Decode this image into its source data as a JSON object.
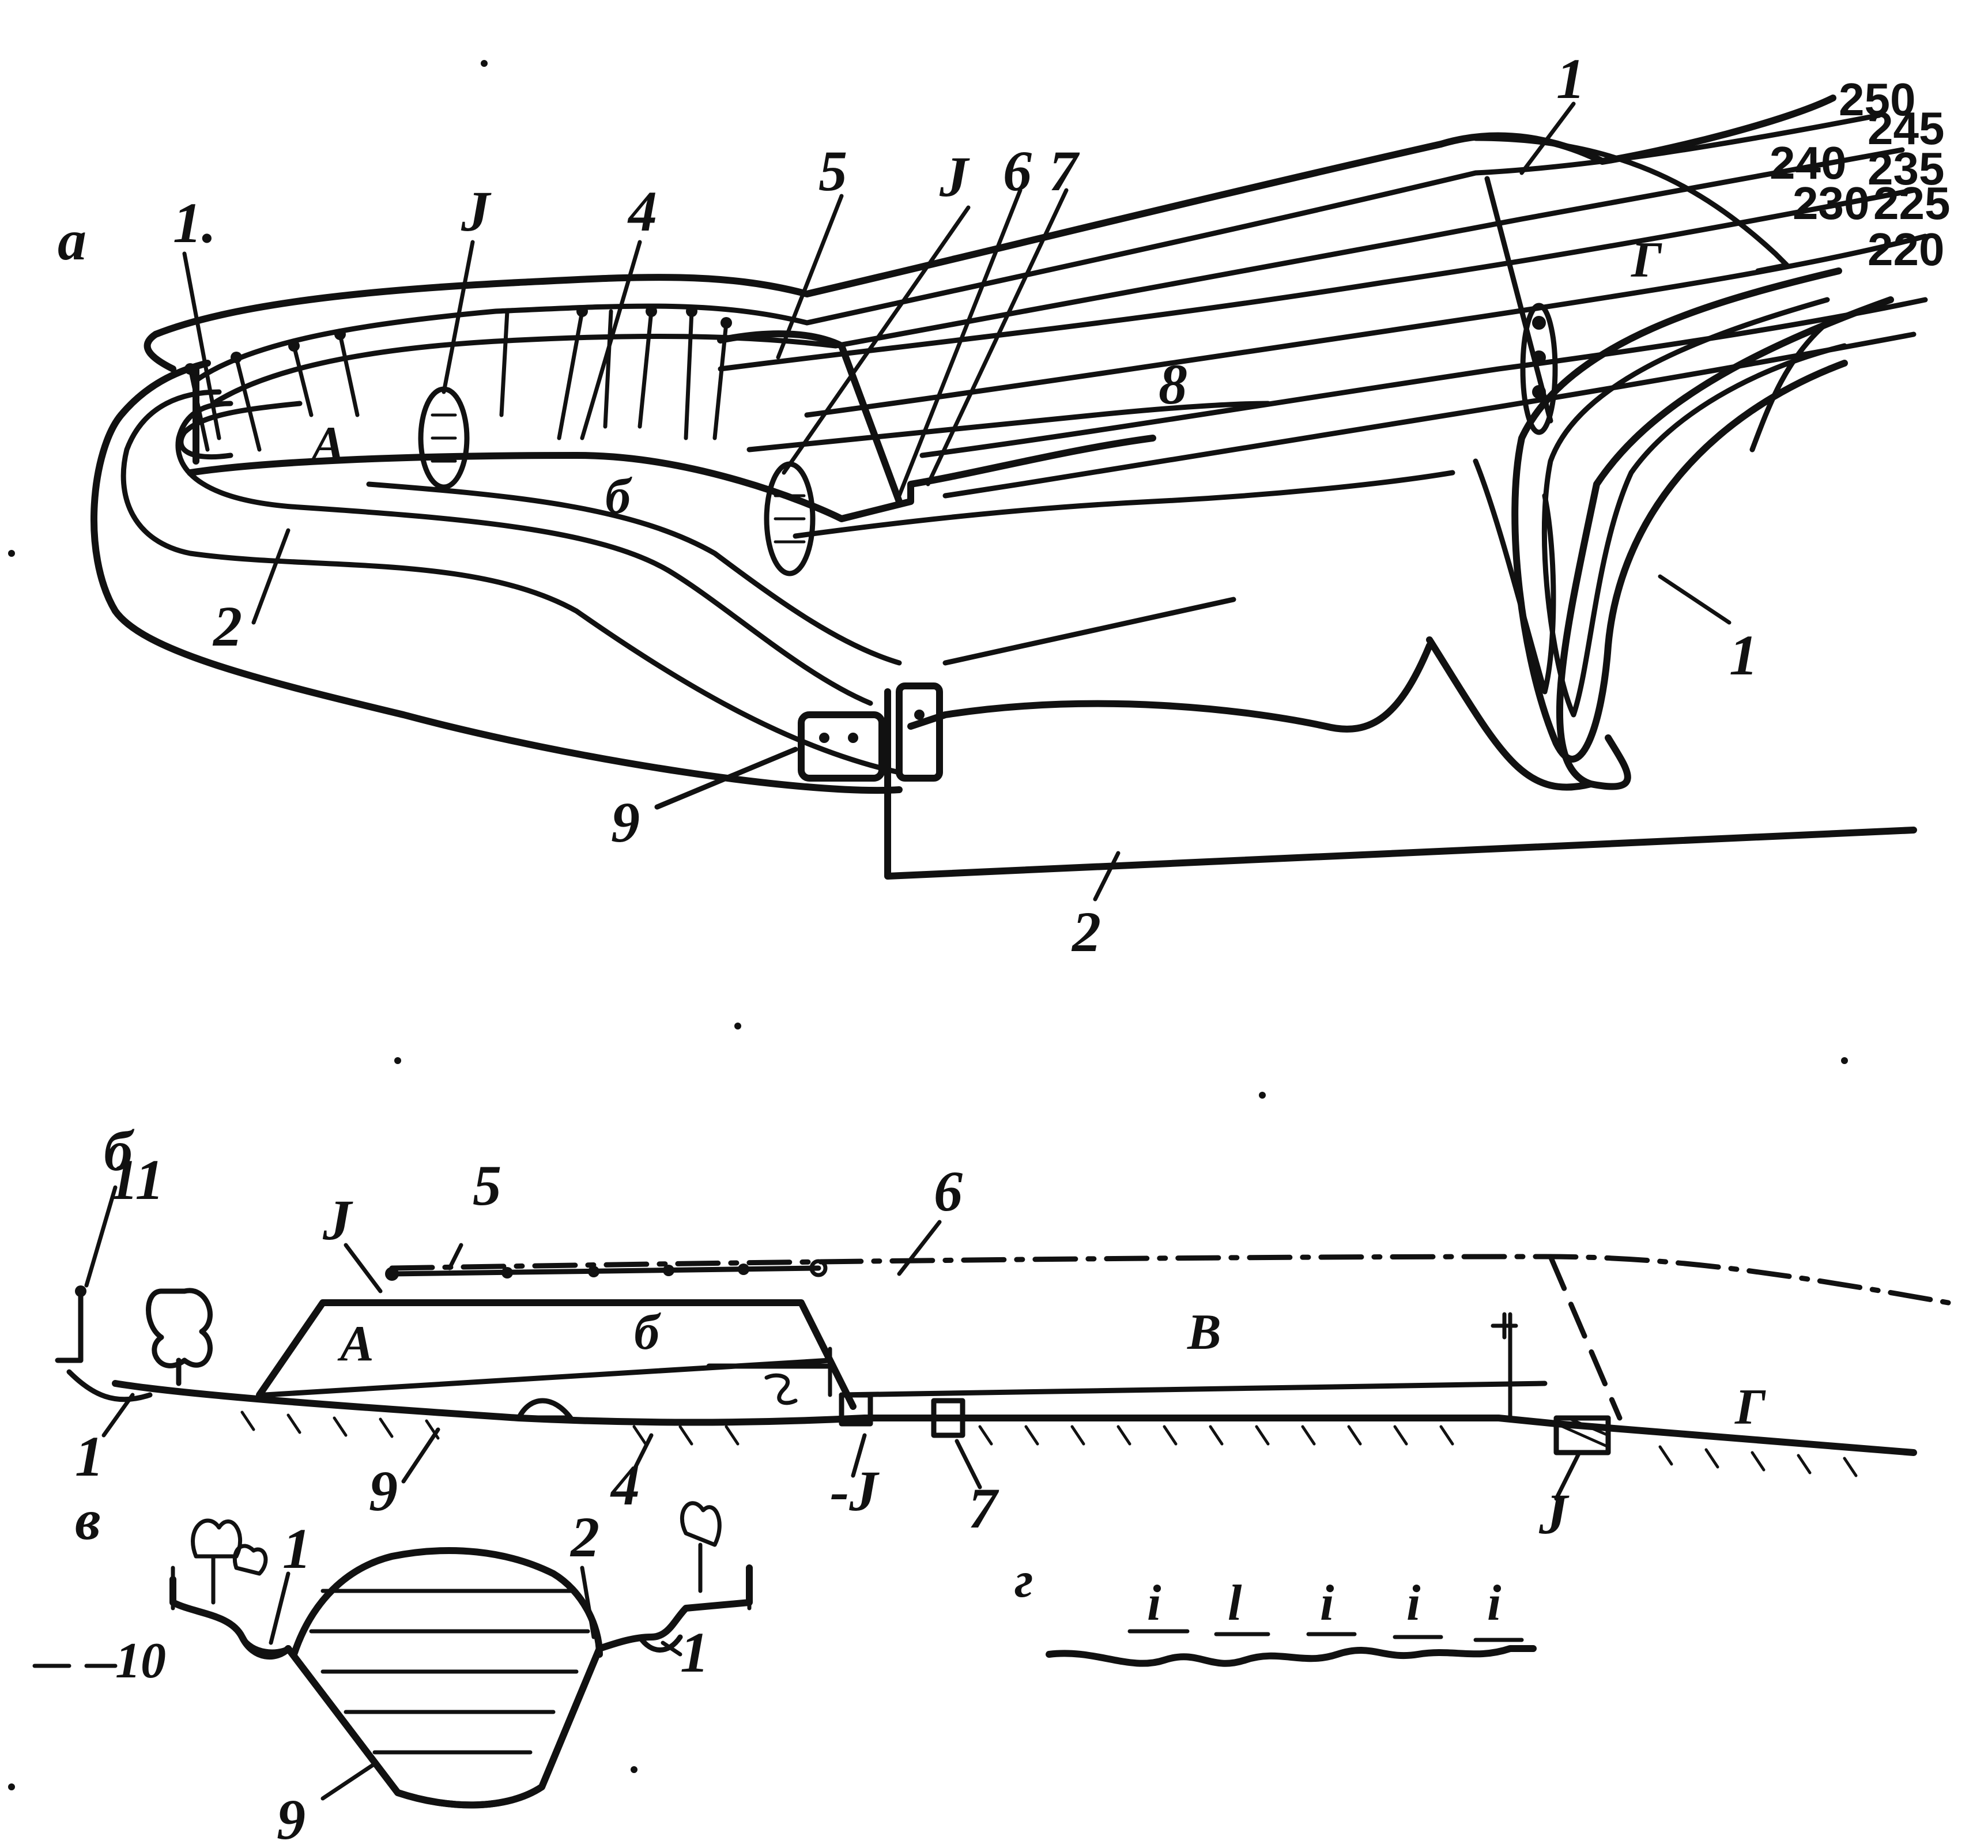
{
  "panels": {
    "a": {
      "letter": "a"
    },
    "b": {
      "letter": "б"
    },
    "v": {
      "letter": "в"
    },
    "g": {
      "letter": "г"
    }
  },
  "contours": [
    "250",
    "245",
    "240",
    "235",
    "230",
    "225",
    "220"
  ],
  "plan_labels": {
    "l1_left": "1.",
    "l1_top": "1",
    "l1_right": "1",
    "l2_left": "2",
    "l2_bottom": "2",
    "l3_a": "J",
    "l3_b": "J",
    "l4": "4",
    "l5": "5",
    "l6": "6",
    "l7": "7",
    "l8": "8",
    "l9": "9",
    "zone_a": "A",
    "zone_b": "б",
    "zone_g": "Г"
  },
  "section_labels": {
    "l11": "11",
    "l1": "1",
    "l3_top": "J",
    "l5": "5",
    "l6": "6",
    "zone_a": "A",
    "zone_b": "б",
    "zone_v": "B",
    "zone_g": "Г",
    "l9": "9",
    "l4": "4",
    "l3_under": "-J",
    "l7": "7",
    "l3_right": "J"
  },
  "cross_labels": {
    "l10": "10",
    "l1": "1",
    "l2": "2",
    "l1_right": "1",
    "l9": "9"
  },
  "slope_marks": [
    "i",
    "l",
    "i",
    "i",
    "i"
  ]
}
